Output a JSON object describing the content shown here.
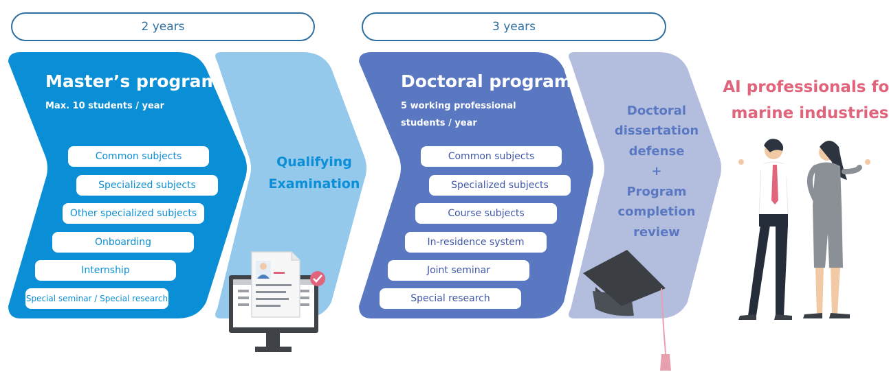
{
  "durations": [
    {
      "label": "2 years"
    },
    {
      "label": "3 years"
    }
  ],
  "master": {
    "title": "Master’s program",
    "subtitle": "Max. 10 students / year",
    "subjects": [
      "Common subjects",
      "Specialized subjects",
      "Other specialized subjects",
      "Onboarding",
      "Internship",
      "Special seminar / Special research"
    ]
  },
  "qualifying": {
    "text": "Qualifying\nExamination"
  },
  "doctoral": {
    "title": "Doctoral program",
    "subtitle": "5 working professional\nstudents / year",
    "subjects": [
      "Common subjects",
      "Specialized subjects",
      "Course subjects",
      "In-residence system",
      "Joint seminar",
      "Special research"
    ]
  },
  "defense": {
    "text": "Doctoral\ndissertation\ndefense\n+\nProgram\ncompletion\nreview"
  },
  "outcome": {
    "text": "AI professionals for\nmarine industries"
  },
  "colors": {
    "master": "#0a8fd6",
    "qualifying": "#94c9ec",
    "doctoral": "#5a78c1",
    "defense": "#b3bedf",
    "outcome": "#e0647c",
    "duration_border": "#2c6ea0"
  },
  "icons": [
    "monitor-document-icon",
    "graduation-cap-icon",
    "professionals-illustration"
  ]
}
